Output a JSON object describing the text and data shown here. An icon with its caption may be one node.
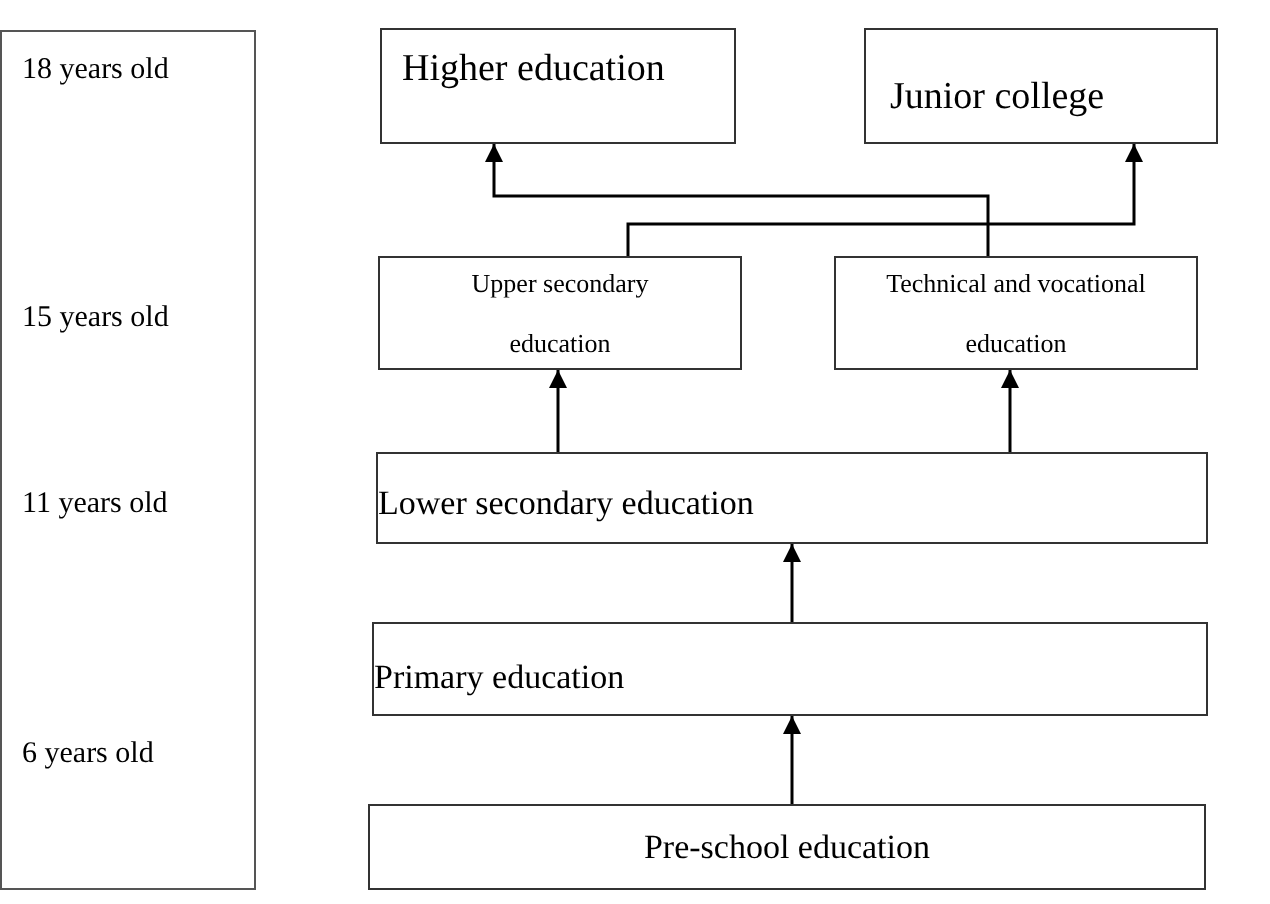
{
  "diagram": {
    "nodes": [
      {
        "text": [
          "18 years old",
          "15 years old",
          "11 years old",
          "6 years old"
        ]
      },
      {
        "text": [
          "Higher education"
        ]
      },
      {
        "text": [
          "Junior college"
        ]
      },
      {
        "text": [
          "Upper secondary education"
        ]
      },
      {
        "text": [
          "Technical and vocational education"
        ]
      },
      {
        "text": [
          "Lower secondary education"
        ]
      },
      {
        "text": [
          "Primary education"
        ]
      },
      {
        "text": [
          "Pre-school education"
        ]
      }
    ],
    "edges": [
      {
        "from": 7,
        "to": 6,
        "arrow": "to"
      },
      {
        "from": 6,
        "to": 5,
        "arrow": "to"
      },
      {
        "from": 5,
        "to": 3,
        "arrow": "to"
      },
      {
        "from": 5,
        "to": 4,
        "arrow": "to"
      },
      {
        "from": 3,
        "to": 2,
        "arrow": "to"
      },
      {
        "from": 4,
        "to": 1,
        "arrow": "to"
      }
    ]
  }
}
